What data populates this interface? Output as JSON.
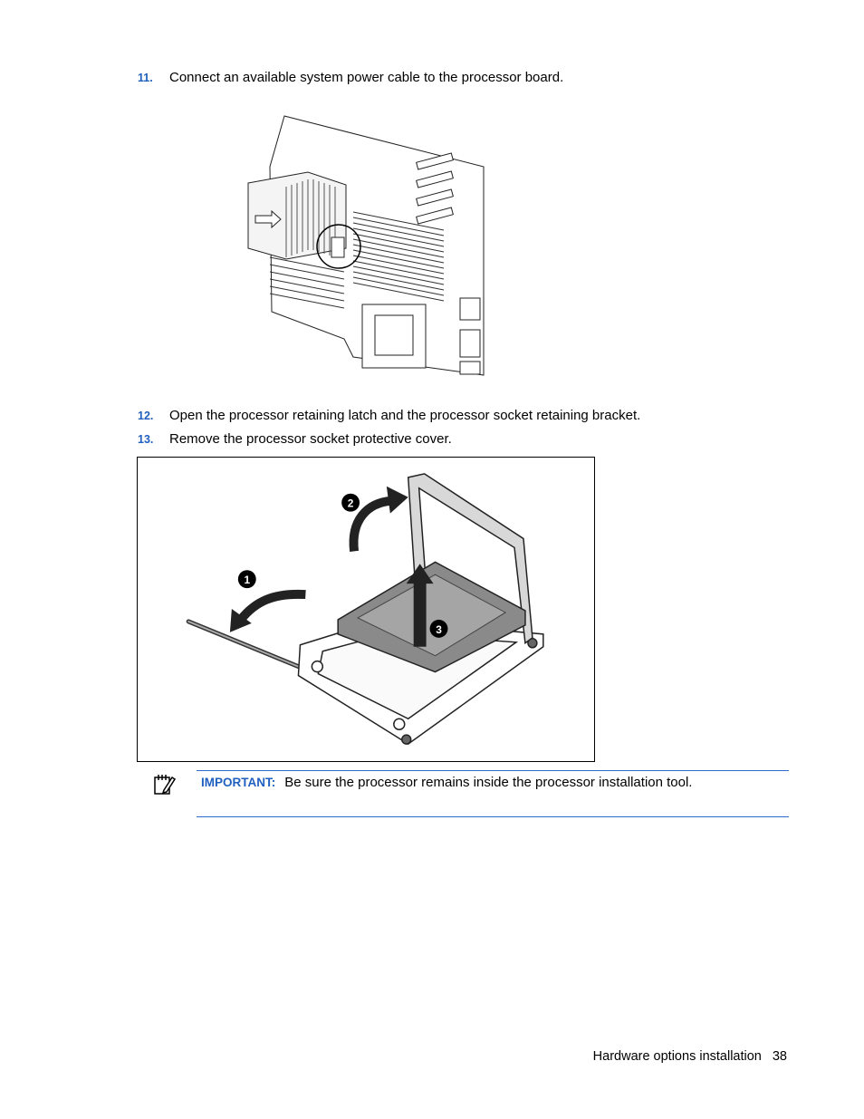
{
  "steps": [
    {
      "number": "11.",
      "text": "Connect an available system power cable to the processor board."
    },
    {
      "number": "12.",
      "text": "Open the processor retaining latch and the processor socket retaining bracket."
    },
    {
      "number": "13.",
      "text": "Remove the processor socket protective cover."
    }
  ],
  "figure2": {
    "callouts": [
      "1",
      "2",
      "3"
    ]
  },
  "note": {
    "icon": "important-note-icon",
    "label": "IMPORTANT:",
    "text": "Be sure the processor remains inside the processor installation tool."
  },
  "footer": {
    "section": "Hardware options installation",
    "page": "38"
  },
  "colors": {
    "accent": "#1f5fbf",
    "rule": "#2b6fd1"
  }
}
